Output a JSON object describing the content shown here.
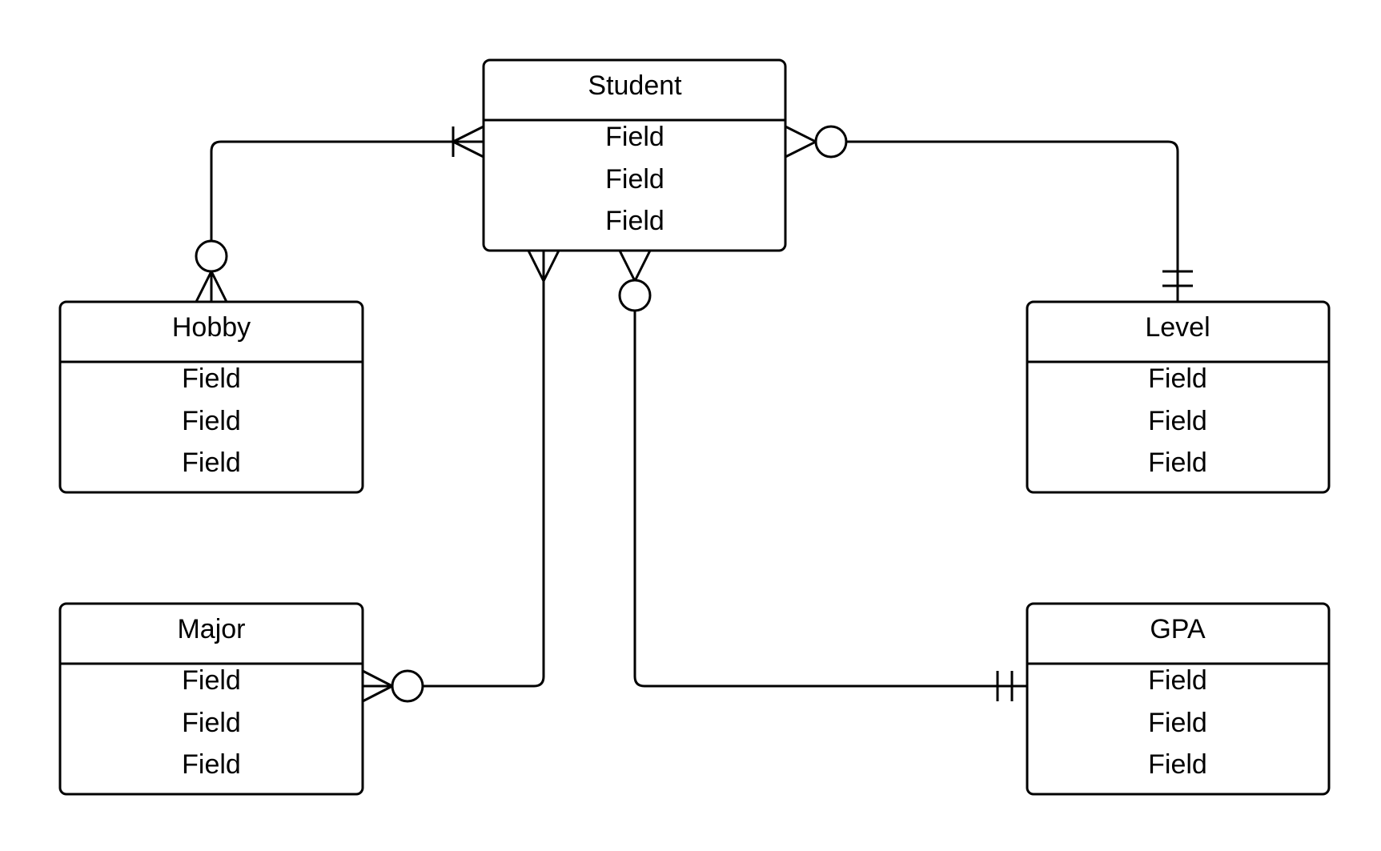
{
  "diagram": {
    "type": "entity-relationship",
    "colors": {
      "stroke": "#000000",
      "background": "#ffffff",
      "text": "#000000"
    },
    "entities": {
      "student": {
        "title": "Student",
        "fields": [
          "Field",
          "Field",
          "Field"
        ]
      },
      "hobby": {
        "title": "Hobby",
        "fields": [
          "Field",
          "Field",
          "Field"
        ]
      },
      "level": {
        "title": "Level",
        "fields": [
          "Field",
          "Field",
          "Field"
        ]
      },
      "major": {
        "title": "Major",
        "fields": [
          "Field",
          "Field",
          "Field"
        ]
      },
      "gpa": {
        "title": "GPA",
        "fields": [
          "Field",
          "Field",
          "Field"
        ]
      }
    },
    "relationships": [
      {
        "from": "Student",
        "from_cardinality": "one-or-many",
        "to": "Hobby",
        "to_cardinality": "zero-or-many"
      },
      {
        "from": "Student",
        "from_cardinality": "zero-or-many",
        "to": "Level",
        "to_cardinality": "exactly-one"
      },
      {
        "from": "Student",
        "from_cardinality": "many",
        "to": "Major",
        "to_cardinality": "zero-or-many"
      },
      {
        "from": "Student",
        "from_cardinality": "zero-or-many",
        "to": "GPA",
        "to_cardinality": "exactly-one"
      }
    ]
  }
}
